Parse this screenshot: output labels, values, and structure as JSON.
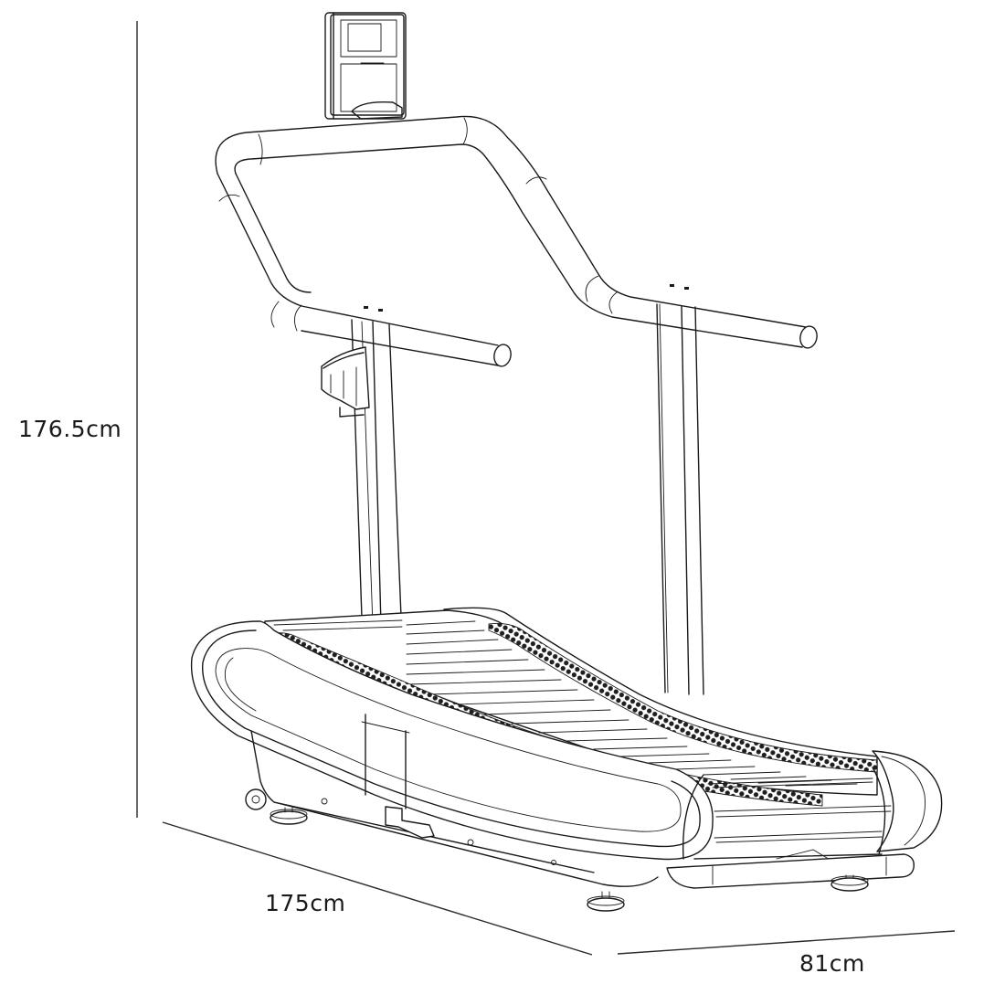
{
  "diagram": {
    "subject": "Curved manual treadmill",
    "style": "technical line drawing, isometric view",
    "colors": {
      "background": "#ffffff",
      "line": "#1a1a1a",
      "mesh": "#2a2a2a"
    },
    "dimensions": {
      "height": {
        "label": "176.5cm",
        "value": 176.5,
        "unit": "cm"
      },
      "length": {
        "label": "175cm",
        "value": 175,
        "unit": "cm"
      },
      "width": {
        "label": "81cm",
        "value": 81,
        "unit": "cm"
      }
    },
    "components": [
      {
        "id": "console",
        "name": "console-display"
      },
      {
        "id": "handlebar",
        "name": "u-shaped-handlebar"
      },
      {
        "id": "side-rails",
        "name": "side-handrails"
      },
      {
        "id": "cup-holder",
        "name": "bottle-holder"
      },
      {
        "id": "uprights",
        "name": "upright-posts"
      },
      {
        "id": "belt",
        "name": "curved-slat-belt"
      },
      {
        "id": "side-covers",
        "name": "side-frame-covers"
      },
      {
        "id": "feet",
        "name": "leveling-feet"
      }
    ]
  }
}
